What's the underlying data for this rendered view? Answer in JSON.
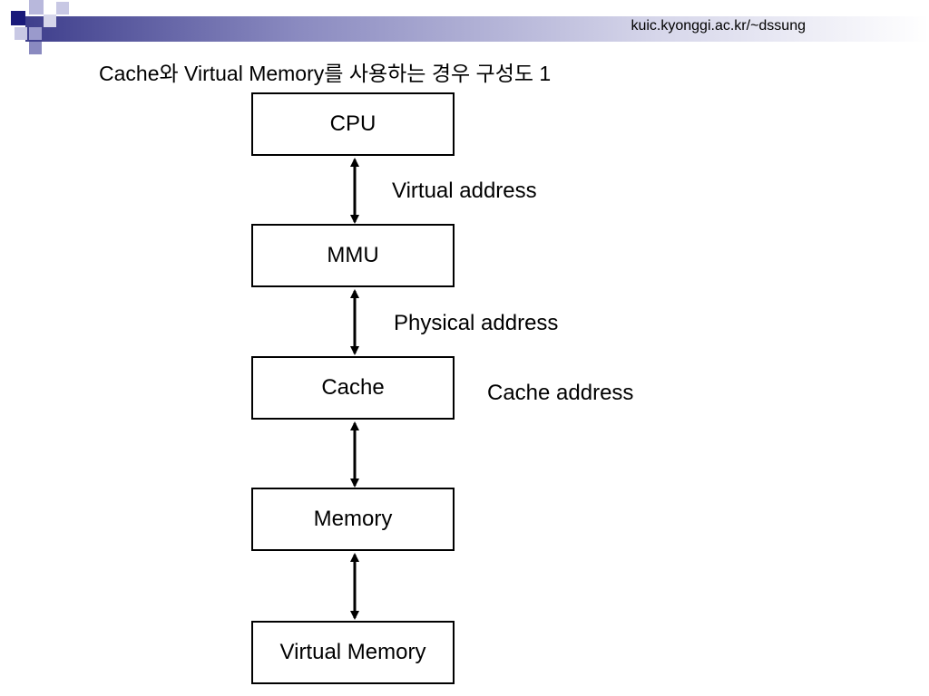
{
  "header": {
    "url": "kuic.kyonggi.ac.kr/~dssung"
  },
  "slide": {
    "title": "Cache와 Virtual Memory를 사용하는 경우 구성도 1"
  },
  "diagram": {
    "nodes": [
      {
        "id": "cpu",
        "label": "CPU"
      },
      {
        "id": "mmu",
        "label": "MMU"
      },
      {
        "id": "cache",
        "label": "Cache"
      },
      {
        "id": "memory",
        "label": "Memory"
      },
      {
        "id": "virtual_memory",
        "label": "Virtual Memory"
      }
    ],
    "edges": [
      {
        "from": "cpu",
        "to": "mmu",
        "label": "Virtual address",
        "direction": "bidirectional"
      },
      {
        "from": "mmu",
        "to": "cache",
        "label": "Physical address",
        "direction": "bidirectional"
      },
      {
        "from": "cache",
        "to": "memory",
        "label": "",
        "direction": "bidirectional"
      },
      {
        "from": "memory",
        "to": "virtual_memory",
        "label": "",
        "direction": "bidirectional"
      }
    ],
    "annotations": {
      "cache_address": "Cache address"
    }
  },
  "colors": {
    "header_dark": "#3e3e8c",
    "accent_square_dark": "#1a1a7a",
    "accent_square_light": "#9a9acc",
    "line": "#000000"
  }
}
